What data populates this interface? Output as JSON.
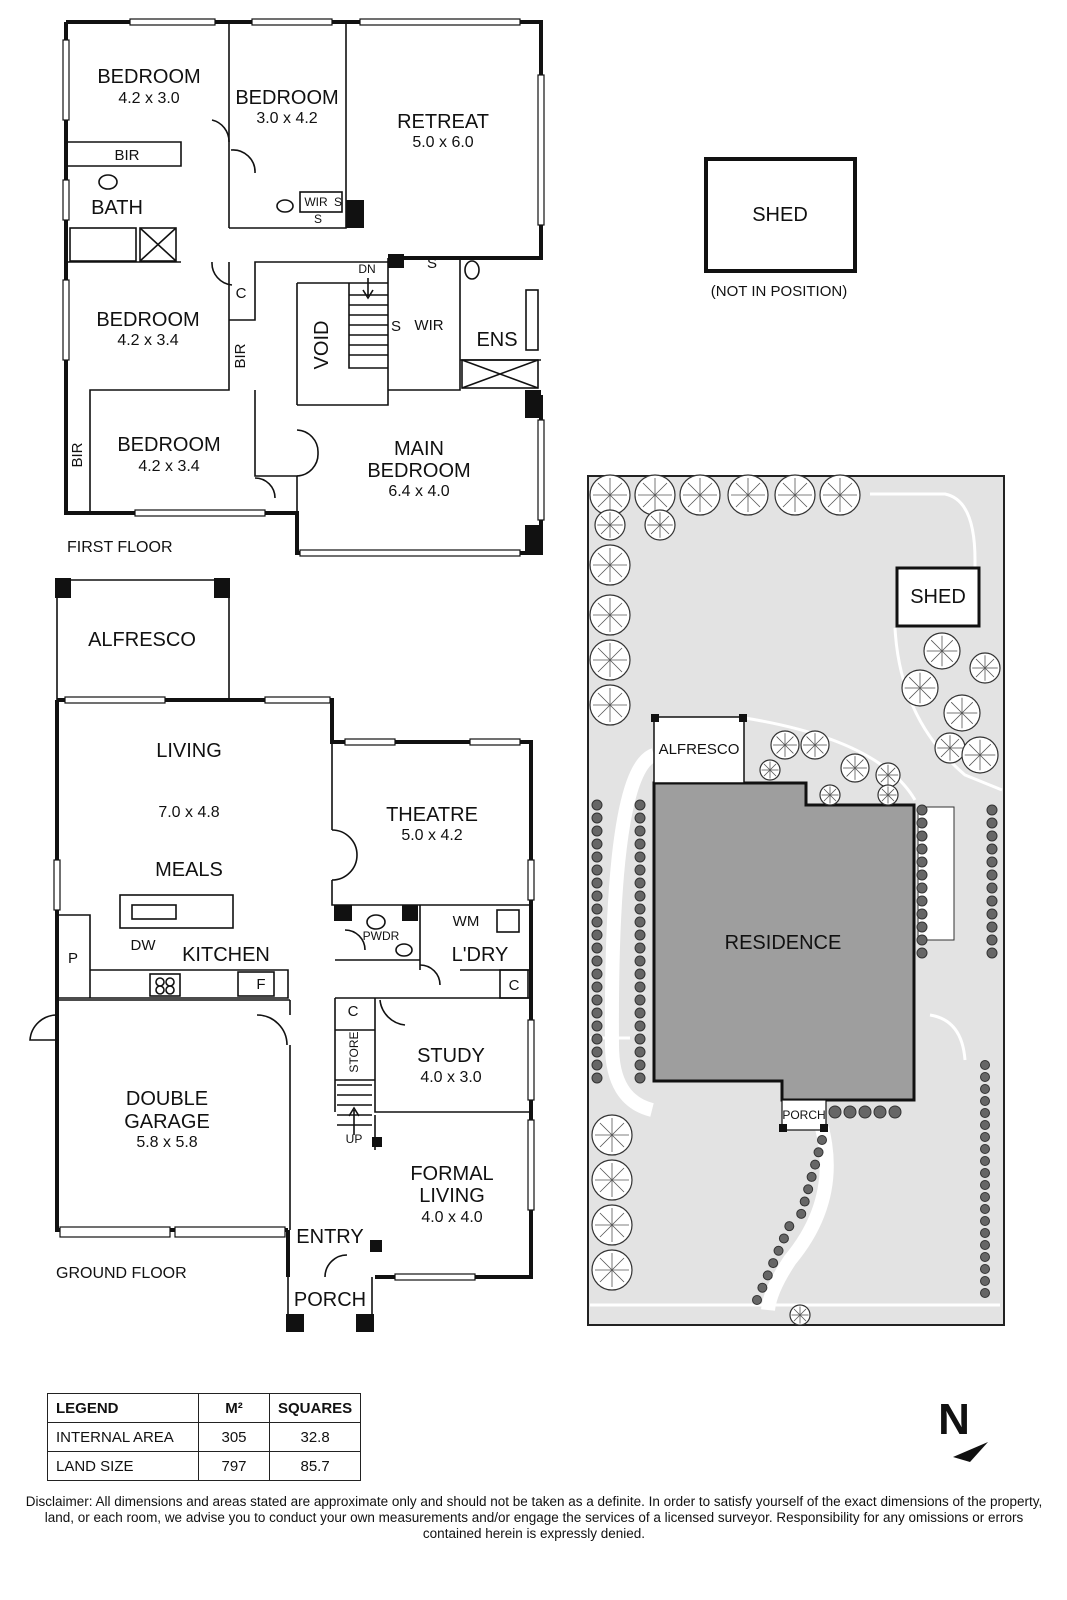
{
  "first_floor": {
    "label": "FIRST FLOOR",
    "rooms": [
      {
        "name": "BEDROOM",
        "dims": "4.2 x 3.0"
      },
      {
        "name": "BEDROOM",
        "dims": "3.0 x 4.2"
      },
      {
        "name": "RETREAT",
        "dims": "5.0 x 6.0"
      },
      {
        "name": "BEDROOM",
        "dims": "4.2 x 3.4"
      },
      {
        "name": "BEDROOM",
        "dims": "4.2 x 3.4"
      },
      {
        "name": "MAIN",
        "name2": "BEDROOM",
        "dims": "6.4 x 4.0"
      }
    ],
    "labels": {
      "bir": "BIR",
      "bath": "BATH",
      "wir": "WIR",
      "s": "S",
      "c": "C",
      "dn": "DN",
      "void": "VOID",
      "ens": "ENS"
    }
  },
  "ground_floor": {
    "label": "GROUND FLOOR",
    "rooms": {
      "alfresco": "ALFRESCO",
      "living": "LIVING",
      "living_dims": "7.0 x 4.8",
      "meals": "MEALS",
      "theatre": "THEATRE",
      "theatre_dims": "5.0 x 4.2",
      "kitchen": "KITCHEN",
      "garage": "DOUBLE",
      "garage2": "GARAGE",
      "garage_dims": "5.8 x 5.8",
      "study": "STUDY",
      "study_dims": "4.0 x 3.0",
      "formal": "FORMAL",
      "formal2": "LIVING",
      "formal_dims": "4.0 x 4.0",
      "entry": "ENTRY",
      "porch": "PORCH"
    },
    "labels": {
      "dw": "DW",
      "p": "P",
      "f": "F",
      "pwdr": "PWDR",
      "wm": "WM",
      "ldry": "L'DRY",
      "c": "C",
      "store": "STORE",
      "up": "UP"
    }
  },
  "shed": {
    "label": "SHED",
    "note": "(NOT IN POSITION)"
  },
  "site": {
    "shed": "SHED",
    "alfresco": "ALFRESCO",
    "residence": "RESIDENCE",
    "porch": "PORCH"
  },
  "compass": "N",
  "legend": {
    "headers": [
      "LEGEND",
      "M²",
      "SQUARES"
    ],
    "rows": [
      {
        "label": "INTERNAL AREA",
        "m2": "305",
        "squares": "32.8"
      },
      {
        "label": "LAND SIZE",
        "m2": "797",
        "squares": "85.7"
      }
    ]
  },
  "disclaimer": "Disclaimer: All dimensions and areas stated are approximate only and should not be taken as a definite. In order to satisfy yourself of the exact dimensions of the property, land, or each room, we advise you to conduct your own measurements and/or engage the services of a licensed surveyor. Responsibility for any omissions or errors contained herein is expressly denied."
}
